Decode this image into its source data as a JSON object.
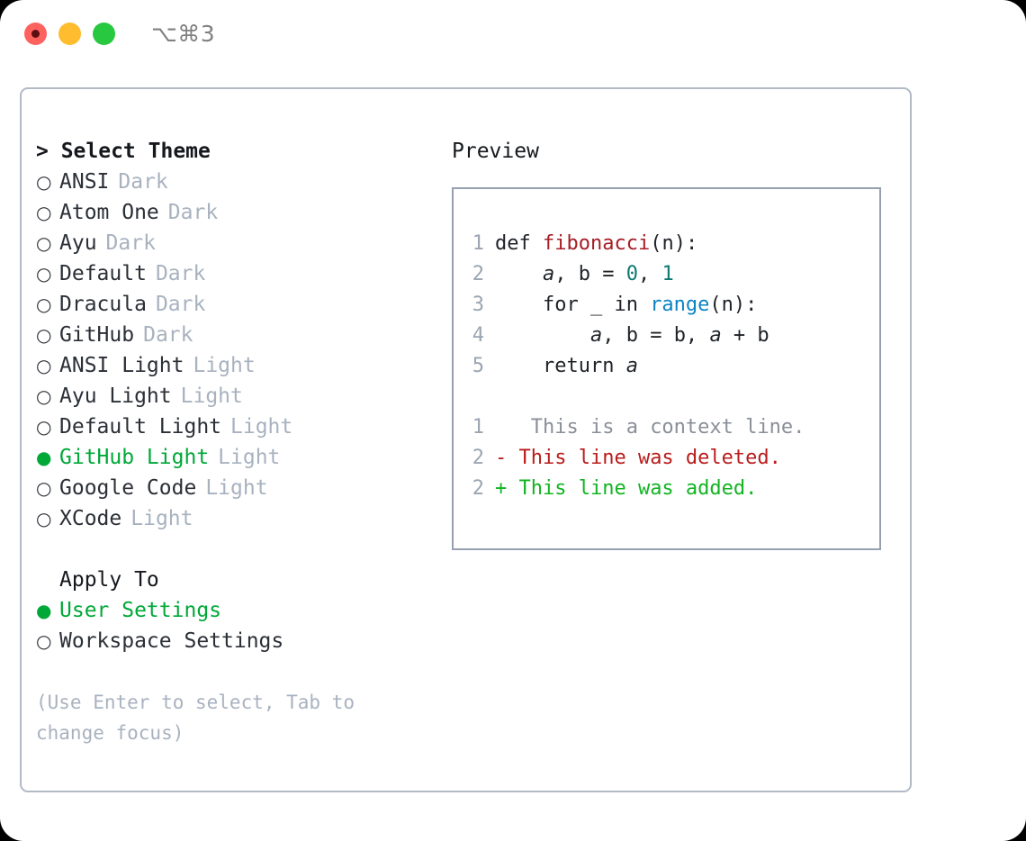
{
  "titlebar": {
    "shortcut": "⌥⌘3",
    "lights": [
      "close",
      "minimize",
      "zoom"
    ]
  },
  "left": {
    "select_theme_header": "> Select Theme",
    "markers": {
      "selected": "●",
      "unselected": "○"
    },
    "themes": [
      {
        "marker": "○",
        "name": "ANSI",
        "variant": "Dark",
        "selected": false
      },
      {
        "marker": "○",
        "name": "Atom One",
        "variant": "Dark",
        "selected": false
      },
      {
        "marker": "○",
        "name": "Ayu",
        "variant": "Dark",
        "selected": false
      },
      {
        "marker": "○",
        "name": "Default",
        "variant": "Dark",
        "selected": false
      },
      {
        "marker": "○",
        "name": "Dracula",
        "variant": "Dark",
        "selected": false
      },
      {
        "marker": "○",
        "name": "GitHub",
        "variant": "Dark",
        "selected": false
      },
      {
        "marker": "○",
        "name": "ANSI Light",
        "variant": "Light",
        "selected": false
      },
      {
        "marker": "○",
        "name": "Ayu Light",
        "variant": "Light",
        "selected": false
      },
      {
        "marker": "○",
        "name": "Default Light",
        "variant": "Light",
        "selected": false
      },
      {
        "marker": "●",
        "name": "GitHub Light",
        "variant": "Light",
        "selected": true
      },
      {
        "marker": "○",
        "name": "Google Code",
        "variant": "Light",
        "selected": false
      },
      {
        "marker": "○",
        "name": "XCode",
        "variant": "Light",
        "selected": false
      }
    ],
    "apply_to_header": "Apply To",
    "apply_options": [
      {
        "marker": "●",
        "name": "User Settings",
        "selected": true
      },
      {
        "marker": "○",
        "name": "Workspace Settings",
        "selected": false
      }
    ],
    "hint": "(Use Enter to select, Tab to change focus)"
  },
  "right": {
    "preview_header": "Preview",
    "code_lines": [
      {
        "num": "1",
        "segments": [
          {
            "text": "def ",
            "type": "plain"
          },
          {
            "text": "fibonacci",
            "type": "fn"
          },
          {
            "text": "(n):",
            "type": "plain"
          }
        ]
      },
      {
        "num": "2",
        "segments": [
          {
            "text": "    ",
            "type": "plain"
          },
          {
            "text": "a",
            "type": "var"
          },
          {
            "text": ", b = ",
            "type": "plain"
          },
          {
            "text": "0",
            "type": "num"
          },
          {
            "text": ", ",
            "type": "plain"
          },
          {
            "text": "1",
            "type": "num"
          }
        ]
      },
      {
        "num": "3",
        "segments": [
          {
            "text": "    for _ in ",
            "type": "plain"
          },
          {
            "text": "range",
            "type": "call"
          },
          {
            "text": "(n):",
            "type": "plain"
          }
        ]
      },
      {
        "num": "4",
        "segments": [
          {
            "text": "        ",
            "type": "plain"
          },
          {
            "text": "a",
            "type": "var"
          },
          {
            "text": ", b = b, ",
            "type": "plain"
          },
          {
            "text": "a",
            "type": "var"
          },
          {
            "text": " + b",
            "type": "plain"
          }
        ]
      },
      {
        "num": "5",
        "segments": [
          {
            "text": "    return ",
            "type": "plain"
          },
          {
            "text": "a",
            "type": "var"
          }
        ]
      }
    ],
    "diff_lines": [
      {
        "num": "1",
        "sign": " ",
        "text": "  This is a context line.",
        "kind": "context"
      },
      {
        "num": "2",
        "sign": "-",
        "text": " This line was deleted.",
        "kind": "deleted"
      },
      {
        "num": "2",
        "sign": "+",
        "text": " This line was added.",
        "kind": "added"
      }
    ]
  },
  "colors": {
    "accent_green": "#00a838",
    "diff_add": "#12b422",
    "diff_delete": "#b91c1c",
    "muted": "#a8b2bf",
    "border": "#b2bac6",
    "syntax_function": "#a61d24",
    "syntax_call": "#0b84c4",
    "syntax_number": "#0b7a72"
  }
}
